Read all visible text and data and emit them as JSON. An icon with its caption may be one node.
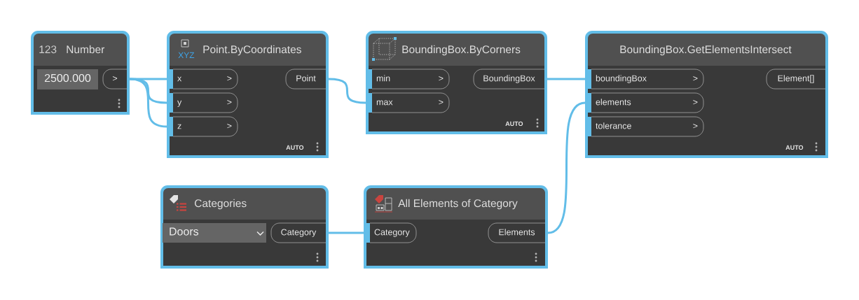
{
  "diagram": {
    "nodes": [
      {
        "text": [
          "123",
          "Number"
        ]
      },
      {
        "text": [
          "2500.000"
        ],
        "in": 0
      },
      {
        "text": [
          ">"
        ],
        "in": 0
      },
      {
        "text": [
          "XYZ",
          "Point.ByCoordinates",
          "AUTO"
        ]
      },
      {
        "text": [
          "x",
          ">"
        ],
        "in": 3
      },
      {
        "text": [
          "y",
          ">"
        ],
        "in": 3
      },
      {
        "text": [
          "z",
          ">"
        ],
        "in": 3
      },
      {
        "text": [
          "Point"
        ],
        "in": 3
      },
      {
        "text": [
          "BoundingBox.ByCorners",
          "AUTO"
        ]
      },
      {
        "text": [
          "min",
          ">"
        ],
        "in": 8
      },
      {
        "text": [
          "max",
          ">"
        ],
        "in": 8
      },
      {
        "text": [
          "BoundingBox"
        ],
        "in": 8
      },
      {
        "text": [
          "BoundingBox.GetElementsIntersect",
          "AUTO"
        ]
      },
      {
        "text": [
          "boundingBox",
          ">"
        ],
        "in": 12
      },
      {
        "text": [
          "elements",
          ">"
        ],
        "in": 12
      },
      {
        "text": [
          "tolerance",
          ">"
        ],
        "in": 12
      },
      {
        "text": [
          "Element[]"
        ],
        "in": 12
      },
      {
        "text": [
          "Categories"
        ]
      },
      {
        "text": [
          "Doors"
        ],
        "in": 17
      },
      {
        "text": [
          "Category"
        ],
        "in": 17
      },
      {
        "text": [
          "All Elements of Category"
        ]
      },
      {
        "text": [
          "Category"
        ],
        "in": 20
      },
      {
        "text": [
          "Elements"
        ],
        "in": 20
      }
    ],
    "edges": [
      {
        "from": 2,
        "to": 4,
        "arrow": "none"
      },
      {
        "from": 2,
        "to": 5,
        "arrow": "none"
      },
      {
        "from": 2,
        "to": 6,
        "arrow": "none"
      },
      {
        "from": 7,
        "to": 10,
        "arrow": "none"
      },
      {
        "from": 11,
        "to": 13,
        "arrow": "none"
      },
      {
        "from": 19,
        "to": 21,
        "arrow": "none"
      },
      {
        "from": 22,
        "to": 14,
        "arrow": "none"
      }
    ]
  }
}
